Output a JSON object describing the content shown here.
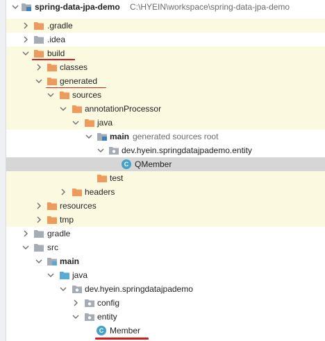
{
  "tree": {
    "root": {
      "label": "spring-data-jpa-demo",
      "path": "C:\\HYEIN\\workspace\\spring-data-jpa-demo"
    },
    "gradle_hidden": ".gradle",
    "idea": ".idea",
    "build": "build",
    "classes": "classes",
    "generated": "generated",
    "sources": "sources",
    "annotationProcessor": "annotationProcessor",
    "java_generated": "java",
    "main_generated": {
      "label": "main",
      "meta": "generated sources root"
    },
    "entity_package_generated": "dev.hyein.springdatajpademo.entity",
    "qmember": "QMember",
    "test": "test",
    "headers": "headers",
    "resources": "resources",
    "tmp": "tmp",
    "gradle": "gradle",
    "src": "src",
    "main_src": "main",
    "java_src": "java",
    "package_src": "dev.hyein.springdatajpademo",
    "config": "config",
    "entity": "entity",
    "member": "Member"
  },
  "class_icon_letter": "C",
  "colors": {
    "excluded_folder": "#ee9a5c",
    "source_folder": "#5aa9d6",
    "package_folder": "#a5acb5",
    "underline": "#d41c1c",
    "selection": "#d6d6d6",
    "highlight": "#fbf9e0"
  }
}
